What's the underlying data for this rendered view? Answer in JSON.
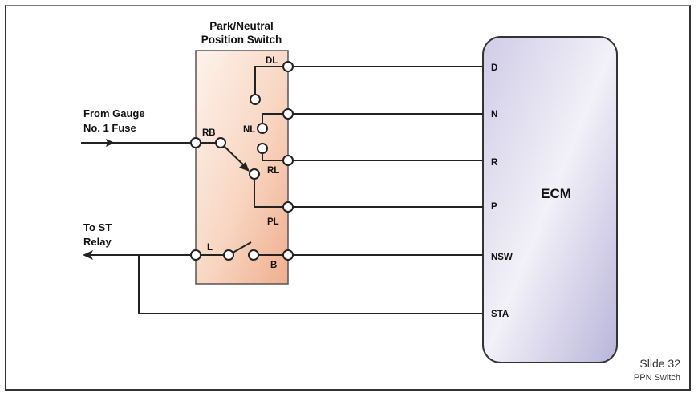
{
  "diagram": {
    "switch_title_line1": "Park/Neutral",
    "switch_title_line2": "Position Switch",
    "ecm_label": "ECM",
    "input_label_line1": "From Gauge",
    "input_label_line2": "No. 1 Fuse",
    "output_label_line1": "To ST",
    "output_label_line2": "Relay",
    "switch_terminals": {
      "DL": "DL",
      "NL": "NL",
      "RB": "RB",
      "RL": "RL",
      "PL": "PL",
      "L": "L",
      "B": "B"
    },
    "ecm_pins": {
      "D": "D",
      "N": "N",
      "R": "R",
      "P": "P",
      "NSW": "NSW",
      "STA": "STA"
    },
    "colors": {
      "switch_fill_light": "#fbeee6",
      "switch_fill_dark": "#f2b89a",
      "ecm_fill_light": "#f3f1f8",
      "ecm_fill_dark": "#c2bfdf",
      "wire": "#222222"
    }
  },
  "footer": {
    "slide_number": "Slide 32",
    "slide_title": "PPN Switch"
  }
}
